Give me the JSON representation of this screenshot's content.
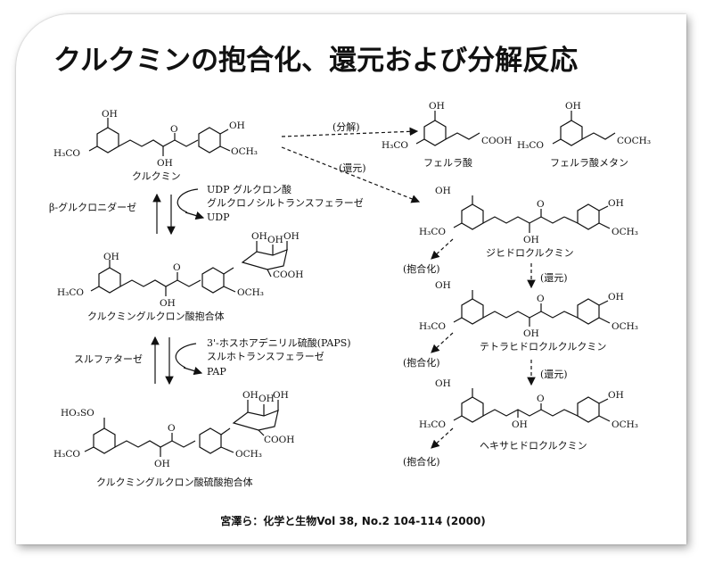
{
  "slide": {
    "title": "クルクミンの抱合化、還元および分解反応",
    "citation": "宮澤ら：化学と生物Vol 38, No.2 104-114 (2000)"
  },
  "structure_labels": {
    "oh": "OH",
    "o": "O",
    "h3co": "H₃CO",
    "och3": "OCH₃",
    "cooh": "COOH",
    "coch3": "COCH₃",
    "ho3so": "HO₃SO"
  },
  "compounds": {
    "curcumin": "クルクミン",
    "glucuronide": "クルクミングルクロン酸抱合体",
    "glucuronide_sulfate": "クルクミングルクロン酸硫酸抱合体",
    "ferulic_acid": "フェルラ酸",
    "feruloylmethane": "フェルラ酸メタン",
    "dihydro": "ジヒドロクルクミン",
    "tetrahydro": "テトラヒドロクルクルクミン",
    "hexahydro": "ヘキサヒドロクルクミン"
  },
  "reactions": {
    "decomposition": "(分解)",
    "reduction": "(還元)",
    "conjugation": "(抱合化)"
  },
  "enzymes": {
    "beta_glucuronidase": "β-グルクロニダーゼ",
    "udp_glucuronic_acid": "UDP グルクロン酸",
    "glucuronosyltransferase": "グルクロノシルトランスフェラーゼ",
    "udp": "UDP",
    "sulfatase": "スルファターゼ",
    "paps": "3'-ホスホアデニリル硫酸(PAPS)",
    "sulfotransferase": "スルホトランスフェラーゼ",
    "pap": "PAP"
  }
}
